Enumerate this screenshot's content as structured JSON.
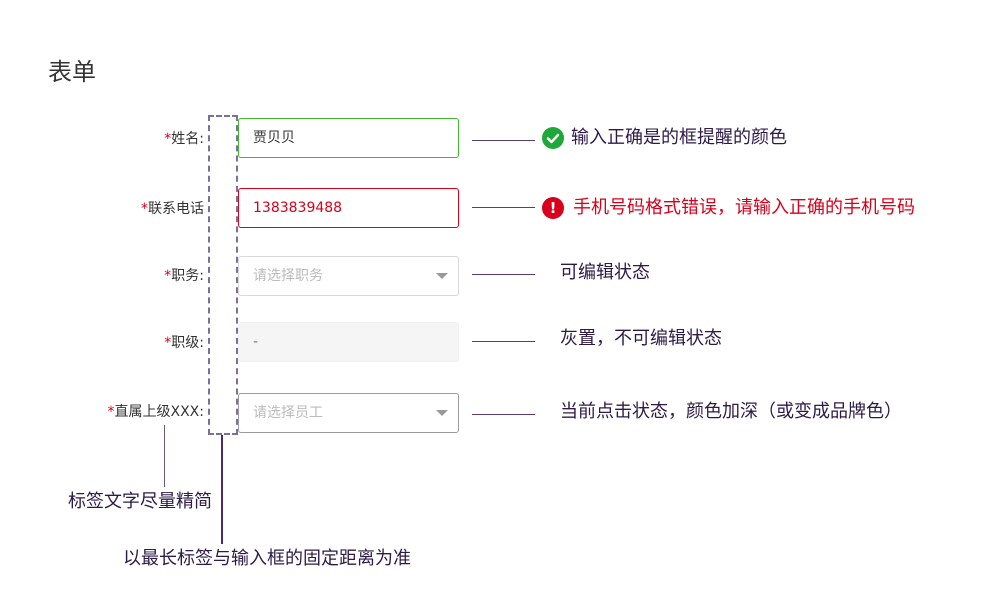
{
  "page": {
    "title": "表单"
  },
  "fields": [
    {
      "required_mark": "*",
      "label": "姓名:",
      "value": "贾贝贝"
    },
    {
      "required_mark": "*",
      "label": "联系电话",
      "value": "1383839488"
    },
    {
      "required_mark": "*",
      "label": "职务:",
      "placeholder": "请选择职务"
    },
    {
      "required_mark": "*",
      "label": "职级:",
      "value": "-"
    },
    {
      "required_mark": "*",
      "label": "直属上级XXX:",
      "placeholder": "请选择员工"
    }
  ],
  "notes": [
    {
      "text": "输入正确是的框提醒的颜色",
      "icon": "check-circle-icon",
      "icon_color": "#1fa83a"
    },
    {
      "text": "手机号码格式错误，请输入正确的手机号码",
      "icon": "error-circle-icon",
      "icon_color": "#d9001b",
      "icon_glyph": "!"
    },
    {
      "text": "可编辑状态"
    },
    {
      "text": "灰置，不可编辑状态"
    },
    {
      "text": "当前点击状态，颜色加深（或变成品牌色）"
    }
  ],
  "annotations": {
    "label_hint": "标签文字尽量精简",
    "spacing_hint": "以最长标签与输入框的固定距离为准"
  },
  "colors": {
    "valid_border": "#43b72e",
    "error": "#d9001b",
    "disabled_bg": "#f5f5f5",
    "annotation_line": "#5a3d6e"
  }
}
